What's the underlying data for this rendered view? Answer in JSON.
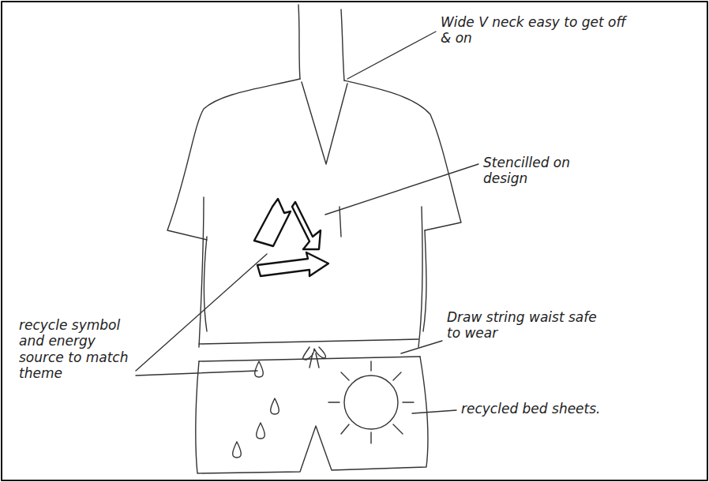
{
  "diagram": {
    "labels": [
      "Wide V neck easy to get off & on",
      "Stencilled on design",
      "Draw string waist safe to wear",
      "recycle symbol and energy source to match theme",
      "recycled bed sheets."
    ]
  }
}
